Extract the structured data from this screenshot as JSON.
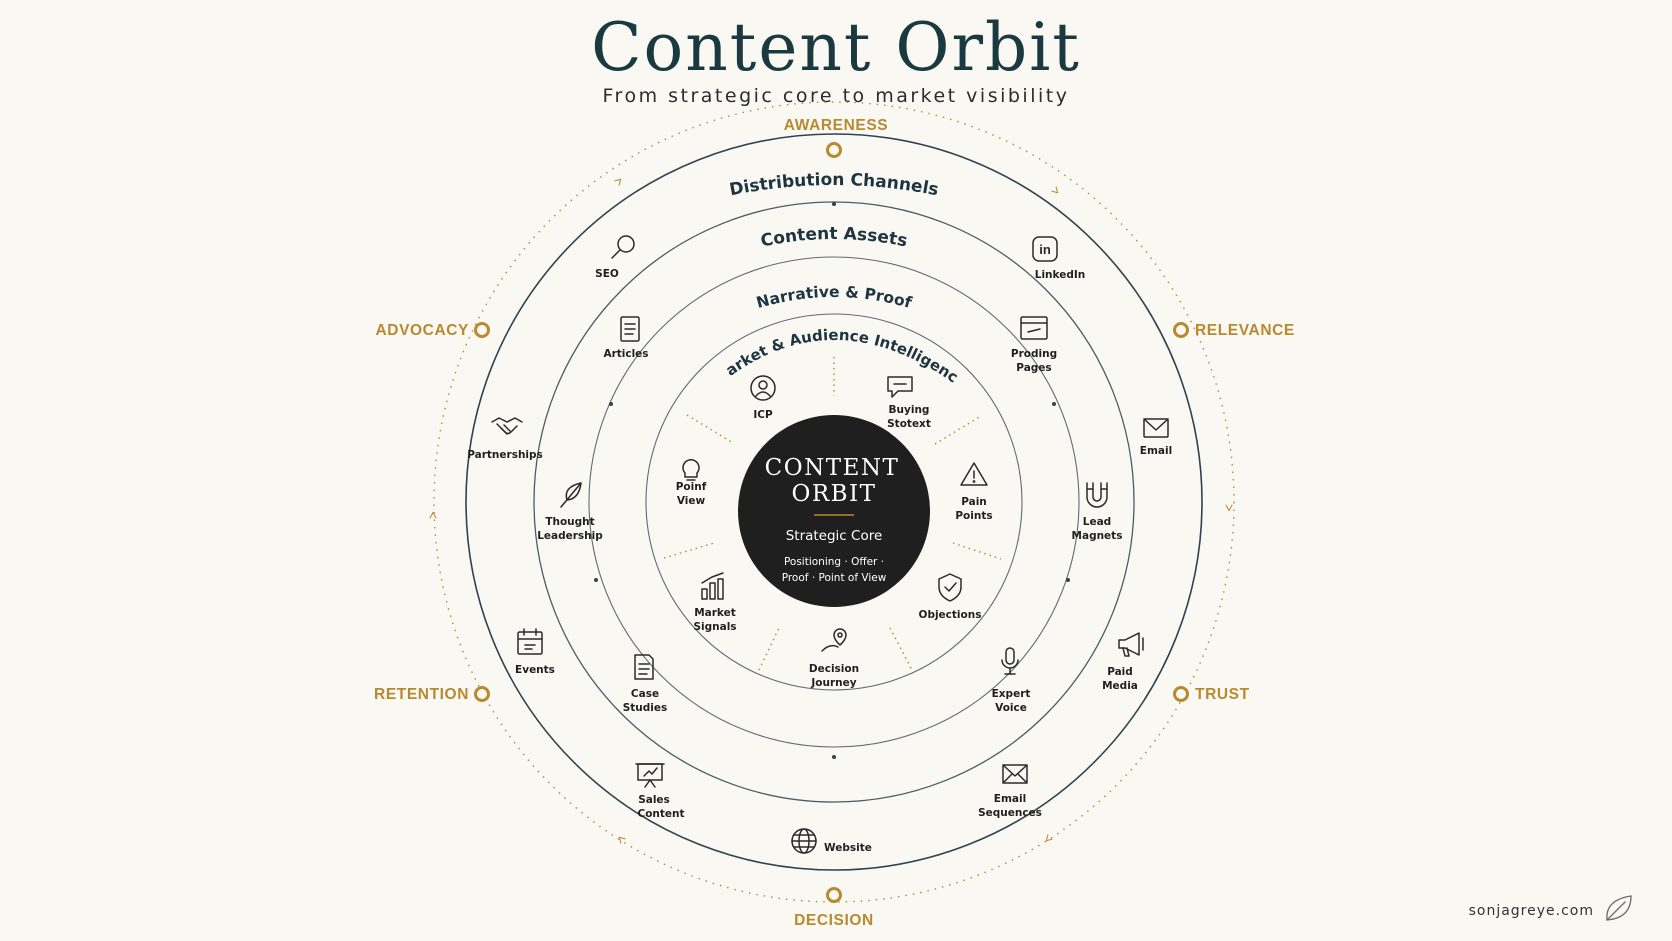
{
  "title": "Content Orbit",
  "subtitle": "From strategic core to market visibility",
  "stages": [
    {
      "id": "awareness",
      "label": "AWARENESS"
    },
    {
      "id": "relevance",
      "label": "RELEVANCE"
    },
    {
      "id": "trust",
      "label": "TRUST"
    },
    {
      "id": "decision",
      "label": "DECISION"
    },
    {
      "id": "retention",
      "label": "RETENTION"
    },
    {
      "id": "advocacy",
      "label": "ADVOCACY"
    }
  ],
  "rings": {
    "distribution": "Distribution Channels",
    "assets": "Content Assets",
    "narrative": "Narrative & Proof",
    "market": "Market & Audience Intelligence"
  },
  "core": {
    "line1": "CONTENT",
    "line2": "ORBIT",
    "subtitle": "Strategic Core",
    "detail1": "Positioning · Offer ·",
    "detail2": "Proof · Point of View"
  },
  "items": [
    {
      "id": "icp",
      "icon": "user-circle-icon",
      "lines": [
        "ICP"
      ]
    },
    {
      "id": "buying-context",
      "icon": "chat-bubble-icon",
      "lines": [
        "Buying",
        "Stotext"
      ]
    },
    {
      "id": "pain-points",
      "icon": "warning-icon",
      "lines": [
        "Pain",
        "Points"
      ]
    },
    {
      "id": "objections",
      "icon": "shield-check-icon",
      "lines": [
        "Objections"
      ]
    },
    {
      "id": "decision-journey",
      "icon": "map-pin-icon",
      "lines": [
        "Decision",
        "Journey"
      ]
    },
    {
      "id": "market-signals",
      "icon": "bar-chart-icon",
      "lines": [
        "Market",
        "Signals"
      ]
    },
    {
      "id": "point-of-view",
      "icon": "lightbulb-icon",
      "lines": [
        "Poinf",
        "View"
      ]
    },
    {
      "id": "articles",
      "icon": "document-icon",
      "lines": [
        "Articles"
      ]
    },
    {
      "id": "landing-pages",
      "icon": "browser-window-icon",
      "lines": [
        "Proding",
        "Pages"
      ]
    },
    {
      "id": "lead-magnets",
      "icon": "magnet-icon",
      "lines": [
        "Lead",
        "Magnets"
      ]
    },
    {
      "id": "expert-voice",
      "icon": "microphone-icon",
      "lines": [
        "Expert",
        "Voice"
      ]
    },
    {
      "id": "case-studies",
      "icon": "document-icon",
      "lines": [
        "Case",
        "Studies"
      ]
    },
    {
      "id": "thought-leadership",
      "icon": "feather-icon",
      "lines": [
        "Thought",
        "Leadership"
      ]
    },
    {
      "id": "seo",
      "icon": "search-icon",
      "lines": [
        "SEO"
      ]
    },
    {
      "id": "linkedin",
      "icon": "linkedin-icon",
      "lines": [
        "LinkedIn"
      ]
    },
    {
      "id": "email",
      "icon": "envelope-icon",
      "lines": [
        "Email"
      ]
    },
    {
      "id": "paid-media",
      "icon": "megaphone-icon",
      "lines": [
        "Paid",
        "Media"
      ]
    },
    {
      "id": "email-sequences",
      "icon": "envelope-icon",
      "lines": [
        "Email",
        "Sequences"
      ]
    },
    {
      "id": "website",
      "icon": "globe-icon",
      "lines": [
        "Website"
      ]
    },
    {
      "id": "sales-content",
      "icon": "presentation-icon",
      "lines": [
        "Sales",
        "Content"
      ]
    },
    {
      "id": "events",
      "icon": "calendar-icon",
      "lines": [
        "Events"
      ]
    },
    {
      "id": "partnerships",
      "icon": "handshake-icon",
      "lines": [
        "Partnerships"
      ]
    }
  ],
  "footer": {
    "site": "sonjagreye.com",
    "icon": "leaf-icon"
  },
  "colors": {
    "background": "#faf8f3",
    "accent": "#b8892f",
    "ring": "#4a5d66",
    "core": "#1f1f1f",
    "title": "#1b3a3f"
  }
}
